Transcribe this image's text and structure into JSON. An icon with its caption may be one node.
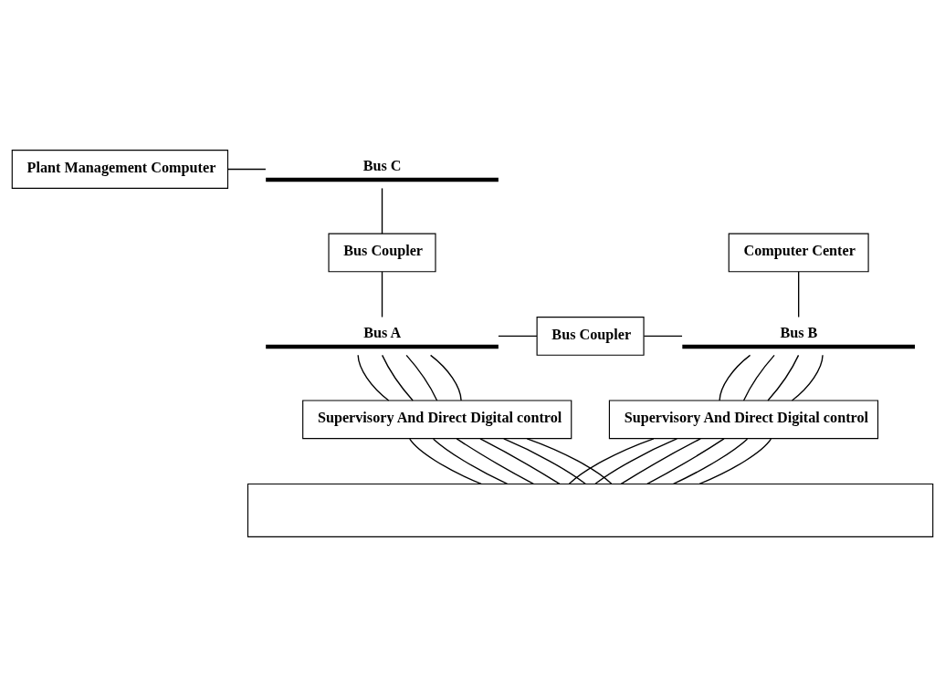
{
  "diagram": {
    "nodes": [
      {
        "text": [
          "Plant Management Computer"
        ]
      },
      {
        "text": [],
        "shape": "bar",
        "beside": [
          "Bus C"
        ]
      },
      {
        "text": [
          "Bus Coupler"
        ]
      },
      {
        "text": [
          "Computer Center"
        ]
      },
      {
        "text": [],
        "shape": "bar",
        "beside": [
          "Bus A"
        ]
      },
      {
        "text": [
          "Bus Coupler"
        ]
      },
      {
        "text": [],
        "shape": "bar",
        "beside": [
          "Bus B"
        ]
      },
      {
        "text": [
          "Supervisory And Direct Digital control"
        ]
      },
      {
        "text": [
          "Supervisory And Direct Digital control"
        ]
      },
      {
        "text": [],
        "shape": "box"
      }
    ],
    "edges": [
      {
        "from": 0,
        "to": 1,
        "arrow": "none"
      },
      {
        "from": 1,
        "to": 2,
        "arrow": "none"
      },
      {
        "from": 2,
        "to": 4,
        "arrow": "none"
      },
      {
        "from": 4,
        "to": 5,
        "arrow": "none"
      },
      {
        "from": 5,
        "to": 6,
        "arrow": "none"
      },
      {
        "from": 3,
        "to": 6,
        "arrow": "none"
      },
      {
        "from": 4,
        "to": 7,
        "arrow": "none"
      },
      {
        "from": 4,
        "to": 7,
        "arrow": "none"
      },
      {
        "from": 4,
        "to": 7,
        "arrow": "none"
      },
      {
        "from": 4,
        "to": 7,
        "arrow": "none"
      },
      {
        "from": 6,
        "to": 8,
        "arrow": "none"
      },
      {
        "from": 6,
        "to": 8,
        "arrow": "none"
      },
      {
        "from": 6,
        "to": 8,
        "arrow": "none"
      },
      {
        "from": 6,
        "to": 8,
        "arrow": "none"
      },
      {
        "from": 7,
        "to": 9,
        "arrow": "none"
      },
      {
        "from": 7,
        "to": 9,
        "arrow": "none"
      },
      {
        "from": 7,
        "to": 9,
        "arrow": "none"
      },
      {
        "from": 7,
        "to": 9,
        "arrow": "none"
      },
      {
        "from": 7,
        "to": 9,
        "arrow": "none"
      },
      {
        "from": 7,
        "to": 9,
        "arrow": "none"
      },
      {
        "from": 8,
        "to": 9,
        "arrow": "none"
      },
      {
        "from": 8,
        "to": 9,
        "arrow": "none"
      },
      {
        "from": 8,
        "to": 9,
        "arrow": "none"
      },
      {
        "from": 8,
        "to": 9,
        "arrow": "none"
      },
      {
        "from": 8,
        "to": 9,
        "arrow": "none"
      },
      {
        "from": 8,
        "to": 9,
        "arrow": "none"
      }
    ]
  }
}
